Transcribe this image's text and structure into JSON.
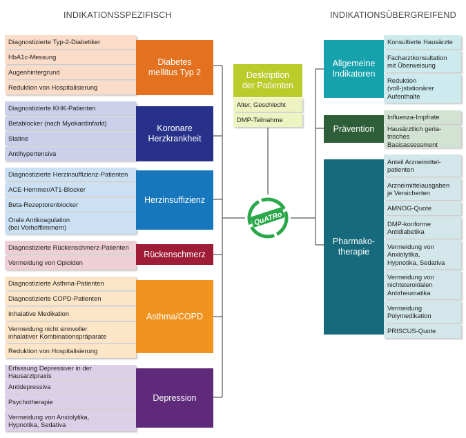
{
  "headers": {
    "left": "INDIKATIONSSPEZIFISCH",
    "right": "INDIKATIONSÜBERGREIFEND"
  },
  "center": {
    "title_line1": "Deskription",
    "title_line2": "der Patienten",
    "items": [
      "Alter, Geschlecht",
      "DMP-Teilnahme"
    ],
    "logo": "QuATRo"
  },
  "left_groups": [
    {
      "label_line1": "Diabetes",
      "label_line2": "mellitus Typ 2",
      "color": "#e3711f",
      "item_color": "#fbdcc9",
      "items": [
        "Diagnostizierte Typ-2-Diabetiker",
        "HbA1c-Messung",
        "Augenhintergrund",
        "Reduktion von Hospitalisierung"
      ]
    },
    {
      "label_line1": "Koronare",
      "label_line2": "Herzkrankheit",
      "color": "#27318a",
      "item_color": "#cdd0ea",
      "items": [
        "Diagnostizierte KHK-Patienten",
        "Betablocker (nach Myokardinfarkt)",
        "Statine",
        "Antihypertensiva"
      ]
    },
    {
      "label_line1": "Herzinsuffizienz",
      "label_line2": "",
      "color": "#1777bc",
      "item_color": "#cbe1f3",
      "items": [
        "Diagnostizierte Herzinsuffizienz-Patienten",
        "ACE-Hemmer/AT1-Blocker",
        "Beta-Rezeptorenblocker",
        "Orale Antikoagulation|(bei Vorhofflimmern)"
      ]
    },
    {
      "label_line1": "Rückenschmerz",
      "label_line2": "",
      "color": "#9e1c36",
      "item_color": "#efcfd6",
      "items": [
        "Diagnostizierte Rückenschmerz-Patienten",
        "Vermeidung von Opioiden"
      ]
    },
    {
      "label_line1": "Asthma/COPD",
      "label_line2": "",
      "color": "#f0941f",
      "item_color": "#fde5c7",
      "items": [
        "Diagnostizierte Asthma-Patienten",
        "Diagnostizierte COPD-Patienten",
        "Inhalative Medikation",
        "Vermeidung nicht sinnvoller|inhalativer Kombinationspräparate",
        "Reduktion von Hospitalisierung"
      ]
    },
    {
      "label_line1": "Depression",
      "label_line2": "",
      "color": "#5e2a79",
      "item_color": "#dcd0e8",
      "items": [
        "Erfassung Depressiver in der Hausarztpraxis",
        "Antidepressiva",
        "Psychotherapie",
        "Vermeidung von Anxiolytika,|Hypnotika, Sedativa"
      ]
    }
  ],
  "right_groups": [
    {
      "label_line1": "Allgemeine",
      "label_line2": "Indikatoren",
      "color": "#16a2ad",
      "item_color": "#cdebee",
      "items": [
        "Konsultierte Hausärzte",
        "Facharztkonsultation|mit Überweisung",
        "Reduktion|(voll-)stationärer|Aufenthalte"
      ]
    },
    {
      "label_line1": "Prävention",
      "label_line2": "",
      "color": "#2d5e37",
      "item_color": "#d2e3d4",
      "items": [
        "Influenza-Impfrate",
        "Hausärztlich geria-|trisches Basisassessment"
      ]
    },
    {
      "label_line1": "Pharmako-",
      "label_line2": "therapie",
      "color": "#166a7c",
      "item_color": "#d3e7ea",
      "items": [
        "Anteil Arzneimittel-|patienten",
        "Arzneimittelausgaben|je Versicherten",
        "AMNOG-Quote",
        "DMP-konforme|Antidiabetika",
        "Vermeidung von|Anxiolytika,|Hypnotika, Sedativa",
        "Vermeidung von|nichtsteroidalen|Antirheumatika",
        "Vermeidung|Polymedikation",
        "PRISCUS-Quote"
      ]
    }
  ]
}
